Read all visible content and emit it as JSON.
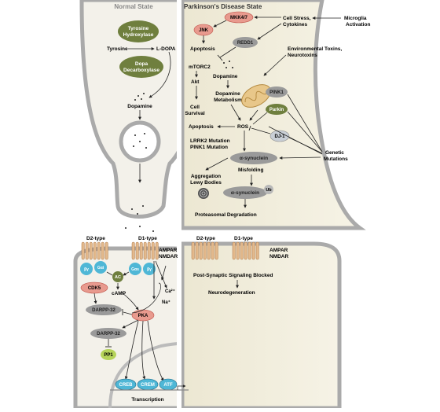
{
  "titles": {
    "normal": "Normal State",
    "parkinsons": "Parkinson's Disease State"
  },
  "normal": {
    "tyrosine_hydroxylase": [
      "Tyrosine",
      "Hydroxylase"
    ],
    "tyrosine": "Tyrosine",
    "ldopa": "L-DOPA",
    "dopa_decarboxylase": [
      "Dopa",
      "Decarboxylase"
    ],
    "dopamine": "Dopamine",
    "d2_type": "D2-type",
    "d1_type": "D1-type",
    "ampar": "AMPAR",
    "nmdar": "NMDAR",
    "beta_gamma": "βγ",
    "g_alpha_i": "Gαi",
    "g_alpha_s": "Gαs",
    "ac": "AC",
    "camp": "cAMP",
    "cdk5": "CDK5",
    "darpp32": "DARPP-32",
    "pka": "PKA",
    "pp1": "PP1",
    "ca": "Ca²⁺",
    "na": "Na⁺",
    "creb": "CREB",
    "crem": "CREM",
    "atf": "ATF",
    "transcription": "Transcription"
  },
  "pd": {
    "mkk47": "MKK4/7",
    "jnk": "JNK",
    "redd1": "REDD1",
    "cell_stress": [
      "Cell Stress,",
      "Cytokines"
    ],
    "microglia": [
      "Microglia",
      "Activation"
    ],
    "apoptosis": "Apoptosis",
    "mtorc2": "mTORC2",
    "akt": "Akt",
    "cell_survival": [
      "Cell",
      "Survival"
    ],
    "dopamine": "Dopamine",
    "env_toxins": [
      "Environmental Toxins,",
      "Neurotoxins"
    ],
    "pink1": "PINK1",
    "parkin": "Parkin",
    "dopamine_metabolism": [
      "Dopamine",
      "Metabolism"
    ],
    "ros": "ROS",
    "dj1": "DJ-1",
    "lrrk2": [
      "LRRK2 Mutation",
      "PINK1 Mutation"
    ],
    "asyn": "α-synuclein",
    "misfolding": "Misfolding",
    "aggregation": [
      "Aggregation",
      "Lewy Bodies"
    ],
    "ub": "Ub",
    "genetic": [
      "Genetic",
      "Mutations"
    ],
    "proteasomal": "Proteasomal Degradation",
    "d2_type": "D2-type",
    "d1_type": "D1-type",
    "ampar": "AMPAR",
    "nmdar": "NMDAR",
    "blocked": "Post-Synaptic Signaling Blocked",
    "neurodegeneration": "Neurodegeneration"
  }
}
